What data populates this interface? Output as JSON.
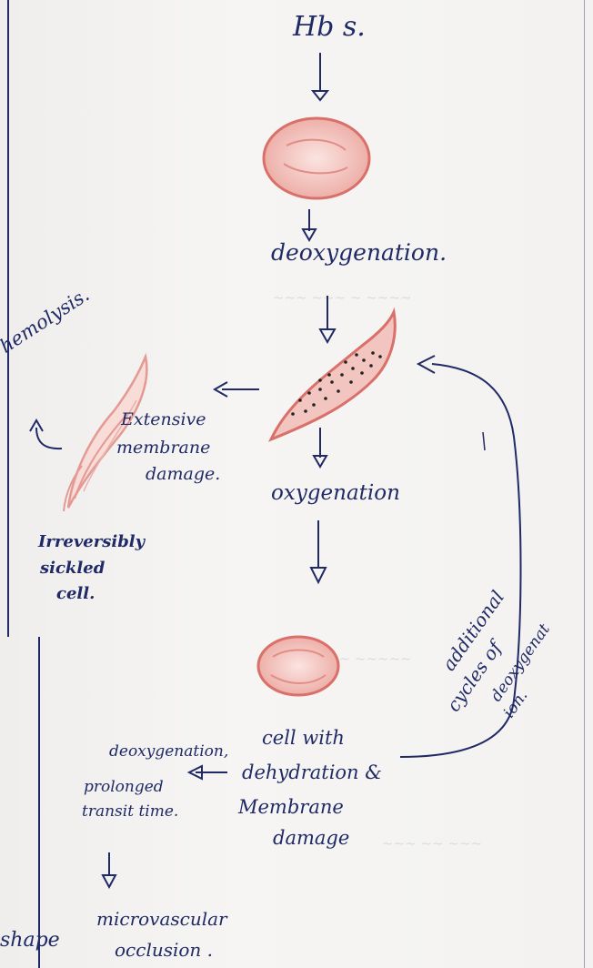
{
  "diagram": {
    "start": "Hb s.",
    "step_deoxygenation": "deoxygenation.",
    "step_oxygenation": "oxygenation",
    "hemolysis": "hemolysis.",
    "extensive_damage": [
      "Extensive",
      "membrane",
      "damage."
    ],
    "irreversible_cell": [
      "Irreversibly",
      "sickled",
      "cell."
    ],
    "cycles": [
      "additional",
      "cycles of",
      "deoxygenat",
      "ion."
    ],
    "cell_dehydration": [
      "cell with",
      "dehydration &",
      "Membrane",
      "damage"
    ],
    "transit": [
      "deoxygenation,",
      "prolonged",
      "transit time."
    ],
    "occlusion": [
      "microvascular",
      "occlusion ."
    ],
    "margin_word": "shape"
  },
  "colors": {
    "ink": "#1f2a66",
    "cell_fill": "#f3c9c4",
    "cell_stroke": "#d9706a",
    "dots": "#222222"
  }
}
